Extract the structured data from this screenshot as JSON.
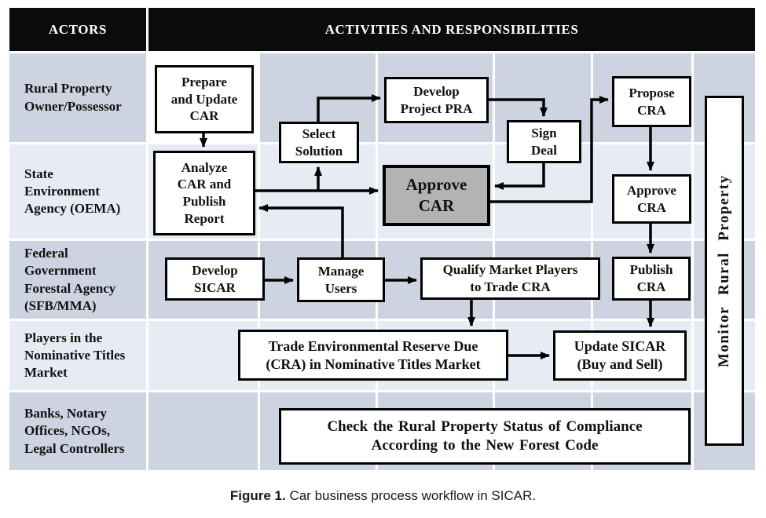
{
  "figure": {
    "header": {
      "actors": "ACTORS",
      "activities": "ACTIVITIES AND RESPONSIBILITIES"
    },
    "actors": [
      {
        "label": "Rural Property\nOwner/Possessor"
      },
      {
        "label": "State\nEnvironment\nAgency (OEMA)"
      },
      {
        "label": "Federal\nGovernment\nForestal Agency\n(SFB/MMA)"
      },
      {
        "label": "Players in the\nNominative Titles\nMarket"
      },
      {
        "label": "Banks, Notary\nOffices, NGOs,\nLegal Controllers"
      }
    ],
    "nodes": [
      {
        "id": "prepare_car",
        "label": "Prepare\nand Update\nCAR"
      },
      {
        "id": "analyze_car",
        "label": "Analyze\nCAR and\nPublish\nReport"
      },
      {
        "id": "select_solution",
        "label": "Select\nSolution"
      },
      {
        "id": "develop_pra",
        "label": "Develop\nProject PRA"
      },
      {
        "id": "sign_deal",
        "label": "Sign\nDeal"
      },
      {
        "id": "propose_cra",
        "label": "Propose\nCRA"
      },
      {
        "id": "approve_car",
        "label": "Approve\nCAR",
        "variant": "gray"
      },
      {
        "id": "approve_cra",
        "label": "Approve\nCRA"
      },
      {
        "id": "develop_sicar",
        "label": "Develop\nSICAR"
      },
      {
        "id": "manage_users",
        "label": "Manage\nUsers"
      },
      {
        "id": "qualify_market",
        "label": "Qualify Market Players\nto Trade CRA"
      },
      {
        "id": "publish_cra",
        "label": "Publish\nCRA"
      },
      {
        "id": "trade_cra",
        "label": "Trade Environmental Reserve Due\n(CRA) in Nominative Titles Market"
      },
      {
        "id": "update_sicar",
        "label": "Update SICAR\n(Buy and Sell)"
      },
      {
        "id": "check_compliance",
        "label": "Check the Rural Property Status of Compliance\nAccording to the New Forest Code",
        "variant": "wide"
      },
      {
        "id": "monitor_property",
        "label": "Monitor Rural Property",
        "variant": "vertical"
      }
    ],
    "edges": [
      {
        "id": "e1",
        "from": "prepare_car",
        "to": "analyze_car"
      },
      {
        "id": "e2",
        "from": "analyze_car",
        "to": "approve_car"
      },
      {
        "id": "e3",
        "from": "analyze_car",
        "to": "select_solution"
      },
      {
        "id": "e4",
        "from": "select_solution",
        "to": "develop_pra"
      },
      {
        "id": "e5",
        "from": "develop_pra",
        "to": "sign_deal"
      },
      {
        "id": "e6",
        "from": "sign_deal",
        "to": "approve_car"
      },
      {
        "id": "e7",
        "from": "approve_car",
        "to": "propose_cra"
      },
      {
        "id": "e8",
        "from": "propose_cra",
        "to": "approve_cra"
      },
      {
        "id": "e9",
        "from": "approve_cra",
        "to": "publish_cra"
      },
      {
        "id": "e10",
        "from": "publish_cra",
        "to": "update_sicar"
      },
      {
        "id": "e11",
        "from": "develop_sicar",
        "to": "manage_users"
      },
      {
        "id": "e12",
        "from": "manage_users",
        "to": "qualify_market"
      },
      {
        "id": "e13",
        "from": "manage_users",
        "to": "analyze_car"
      },
      {
        "id": "e14",
        "from": "qualify_market",
        "to": "trade_cra"
      },
      {
        "id": "e15",
        "from": "trade_cra",
        "to": "update_sicar"
      }
    ],
    "caption": {
      "prefix": "Figure 1.",
      "text": "Car business process workflow in SICAR."
    },
    "colors": {
      "header_bg": "#0b0b0b",
      "row_dark": "#cdd3e1",
      "row_light": "#e6ebf4",
      "cell_white": "#fcfdfe",
      "node_gray": "#b3b3b3",
      "line": "#000000"
    }
  }
}
